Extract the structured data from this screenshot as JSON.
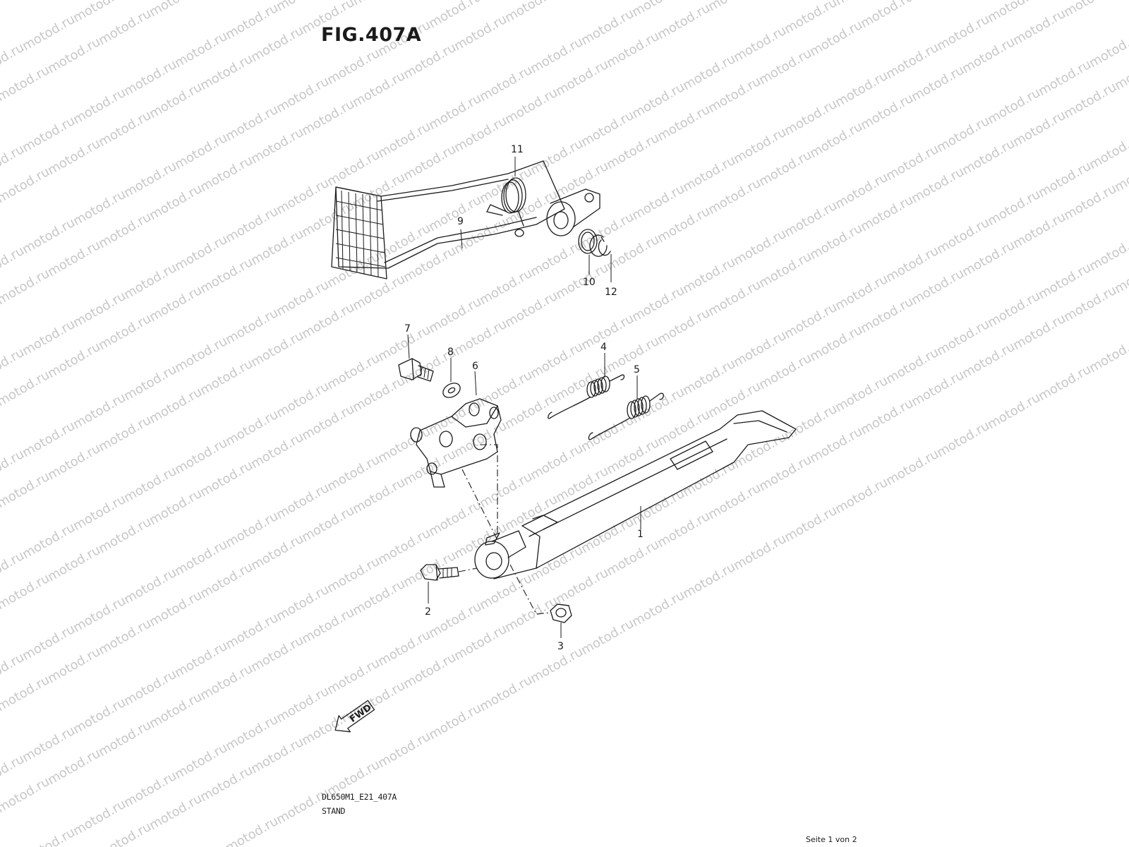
{
  "figure": {
    "title": "FIG.407A",
    "code": "DL650M1_E21_407A",
    "name": "STAND",
    "page": "Seite 1 von 2"
  },
  "watermark": {
    "text": "motod.ru",
    "color": "#c8c8c8"
  },
  "parts": [
    {
      "number": "1",
      "name": "side-stand"
    },
    {
      "number": "2",
      "name": "stand-pivot-bolt"
    },
    {
      "number": "3",
      "name": "stand-nut"
    },
    {
      "number": "4",
      "name": "stand-spring-inner"
    },
    {
      "number": "5",
      "name": "stand-spring-outer"
    },
    {
      "number": "6",
      "name": "stand-bracket"
    },
    {
      "number": "7",
      "name": "bracket-bolt"
    },
    {
      "number": "8",
      "name": "bracket-washer"
    },
    {
      "number": "9",
      "name": "brake-pedal"
    },
    {
      "number": "10",
      "name": "pedal-washer"
    },
    {
      "number": "11",
      "name": "pedal-return-spring"
    },
    {
      "number": "12",
      "name": "pedal-circlip"
    }
  ],
  "direction_marker": {
    "label": "FWD",
    "icon": "fwd-arrow-icon"
  }
}
